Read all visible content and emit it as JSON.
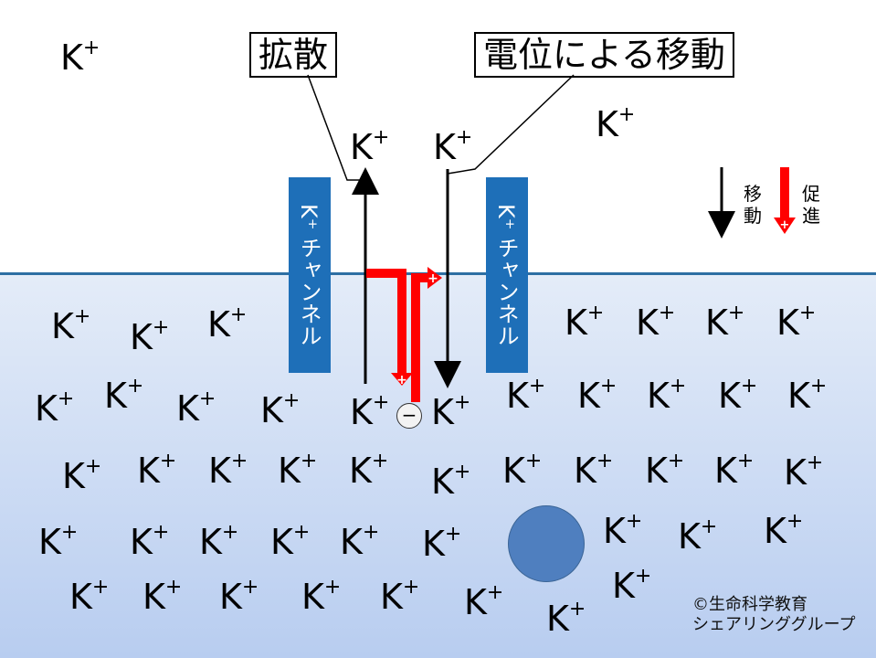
{
  "labels": {
    "diffusion": "拡散",
    "electric_movement": "電位による移動",
    "channel_left": "K⁺ チャンネル",
    "channel_right": "K⁺ チャンネル",
    "legend_move": "移動",
    "legend_promote": "促進",
    "negative_charge": "−",
    "copyright_line1": "©生命科学教育",
    "copyright_line2": "シェアリンググループ"
  },
  "ion": {
    "symbol": "K",
    "charge": "+"
  },
  "colors": {
    "membrane": "#2e6fa3",
    "channel": "#1e6fb8",
    "promote_arrow": "#ff0000",
    "vesicle": "#4f7fbf"
  }
}
